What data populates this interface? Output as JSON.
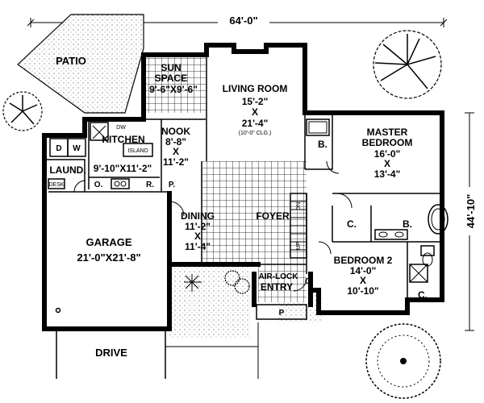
{
  "dimensions": {
    "width": "64'-0\"",
    "depth": "44'-10\""
  },
  "rooms": {
    "patio": "PATIO",
    "sun_space": {
      "name_line1": "SUN",
      "name_line2": "SPACE",
      "size": "9'-6\"X9'-6\""
    },
    "living_room": {
      "name": "LIVING ROOM",
      "w": "15'-2\"",
      "x": "X",
      "h": "21'-4\"",
      "note": "(10'-0\" CLG.)"
    },
    "kitchen": {
      "name": "KITCHEN",
      "size": "9'-10\"X11'-2\"",
      "dw": "DW",
      "island": "ISLAND",
      "o": "O.",
      "r": "R.",
      "p": "P."
    },
    "nook": {
      "name": "NOOK",
      "w": "8'-8\"",
      "x": "X",
      "h": "11'-2\""
    },
    "laundry": {
      "name": "LAUND.",
      "d": "D",
      "w": "W",
      "desk": "DESK"
    },
    "master_bedroom": {
      "name_line1": "MASTER",
      "name_line2": "BEDROOM",
      "w": "16'-0\"",
      "x": "X",
      "h": "13'-4\""
    },
    "master_bath": "B.",
    "master_closet": "C.",
    "bath2": "B.",
    "dining": {
      "name": "DINING",
      "w": "11'-2\"",
      "x": "X",
      "h": "11'-4\""
    },
    "foyer": "FOYER",
    "stairs_dn": "DN",
    "stairs_up": "UP",
    "garage": {
      "name": "GARAGE",
      "size": "21'-0\"X21'-8\""
    },
    "bedroom2": {
      "name": "BEDROOM 2",
      "w": "14'-0\"",
      "x": "X",
      "h": "10'-10\""
    },
    "bed2_closet": "C.",
    "entry_closet": "C.",
    "air_lock": "AIR-LOCK",
    "entry": "ENTRY",
    "porch": "P",
    "drive": "DRIVE"
  }
}
